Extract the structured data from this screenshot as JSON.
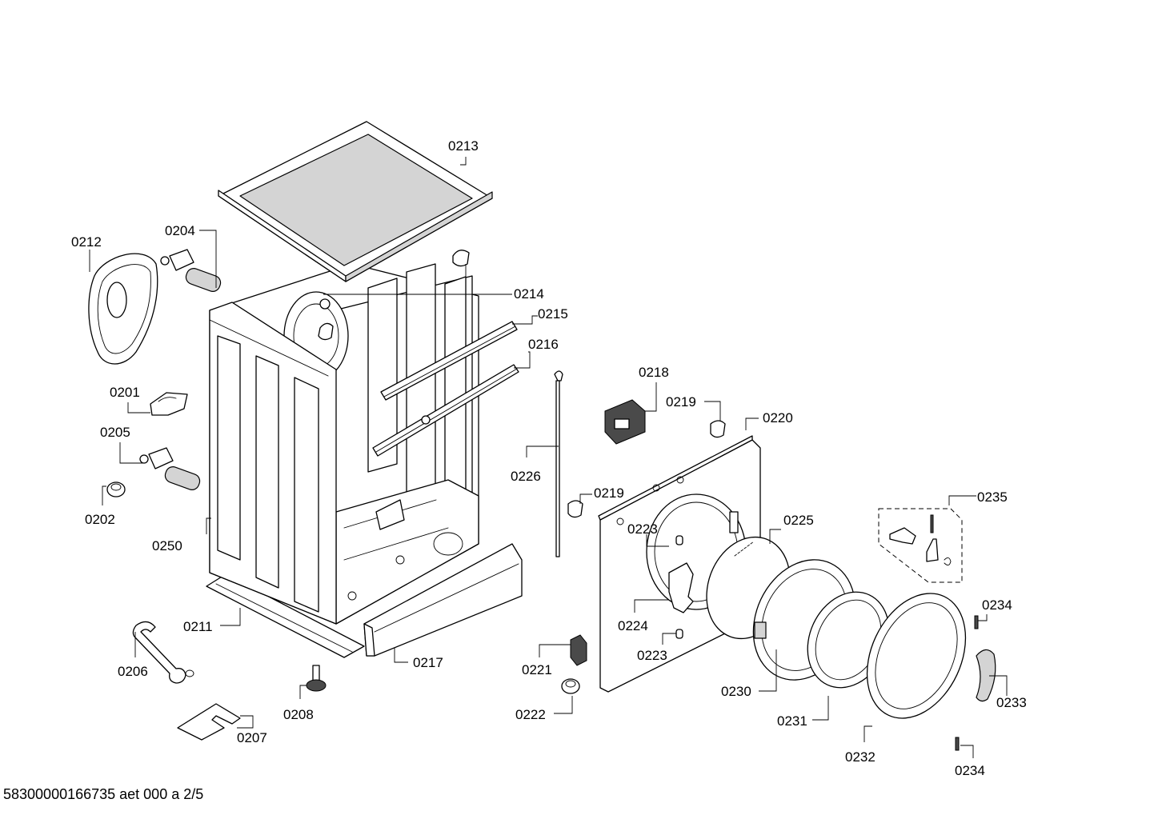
{
  "footer": {
    "doc_id": "58300000166735 aet 000 a 2/5"
  },
  "callouts": [
    "0213",
    "0204",
    "0212",
    "0214",
    "0215",
    "0216",
    "0218",
    "0219",
    "0220",
    "0201",
    "0205",
    "0226",
    "0219",
    "0202",
    "0250",
    "0223",
    "0225",
    "0235",
    "0211",
    "0224",
    "0234",
    "0217",
    "0223",
    "0206",
    "0221",
    "0230",
    "0233",
    "0208",
    "0222",
    "0231",
    "0207",
    "0232",
    "0234"
  ]
}
